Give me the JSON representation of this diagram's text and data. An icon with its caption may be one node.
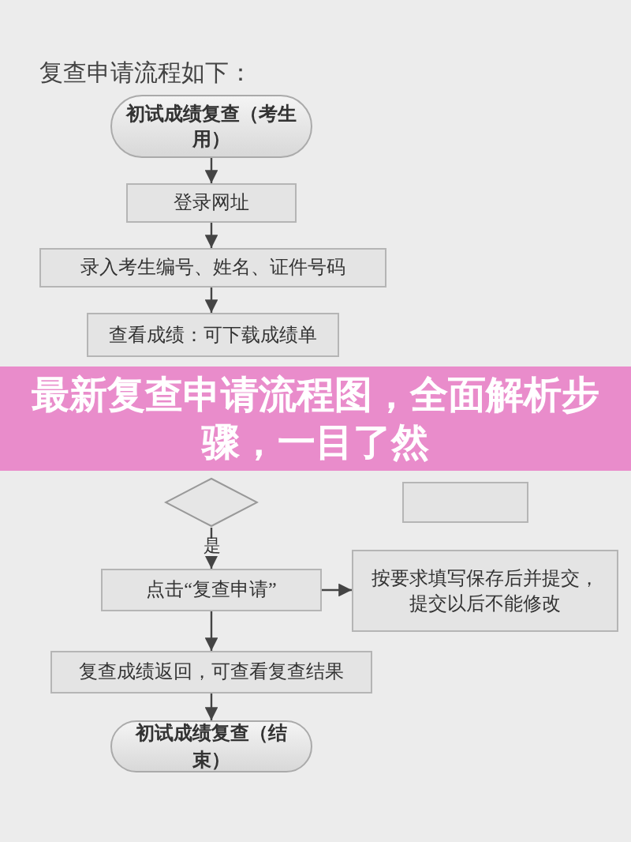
{
  "diagram": {
    "title": "最新复查申请流程图，全面解析步骤，一目了然",
    "nodes": [
      {
        "text": [
          "初试成绩复查（考生用）"
        ]
      },
      {
        "text": [
          "登录网址"
        ]
      },
      {
        "text": [
          "录入考生编号、姓名、证件号码"
        ]
      },
      {
        "text": [
          "查看成绩：可下载成绩单"
        ]
      },
      {
        "text": [],
        "shape": "diamond"
      },
      {
        "text": [],
        "shape": "box"
      },
      {
        "text": [
          "点击“复查申请”"
        ]
      },
      {
        "text": [
          "按要求填写保存后并提交，提交以后不能修改"
        ]
      },
      {
        "text": [
          "复查成绩返回，可查看复查结果"
        ]
      },
      {
        "text": [
          "初试成绩复查（结束）"
        ]
      }
    ],
    "edges": [
      {
        "from": 0,
        "to": 1,
        "arrow": "to"
      },
      {
        "from": 1,
        "to": 2,
        "arrow": "to"
      },
      {
        "from": 2,
        "to": 3,
        "arrow": "to"
      },
      {
        "from": 4,
        "to": 6,
        "arrow": "to",
        "label": "是"
      },
      {
        "from": 6,
        "to": 7,
        "arrow": "to"
      },
      {
        "from": 6,
        "to": 8,
        "arrow": "to"
      },
      {
        "from": 8,
        "to": 9,
        "arrow": "to"
      }
    ],
    "labels": [
      "复查申请流程如下："
    ]
  }
}
